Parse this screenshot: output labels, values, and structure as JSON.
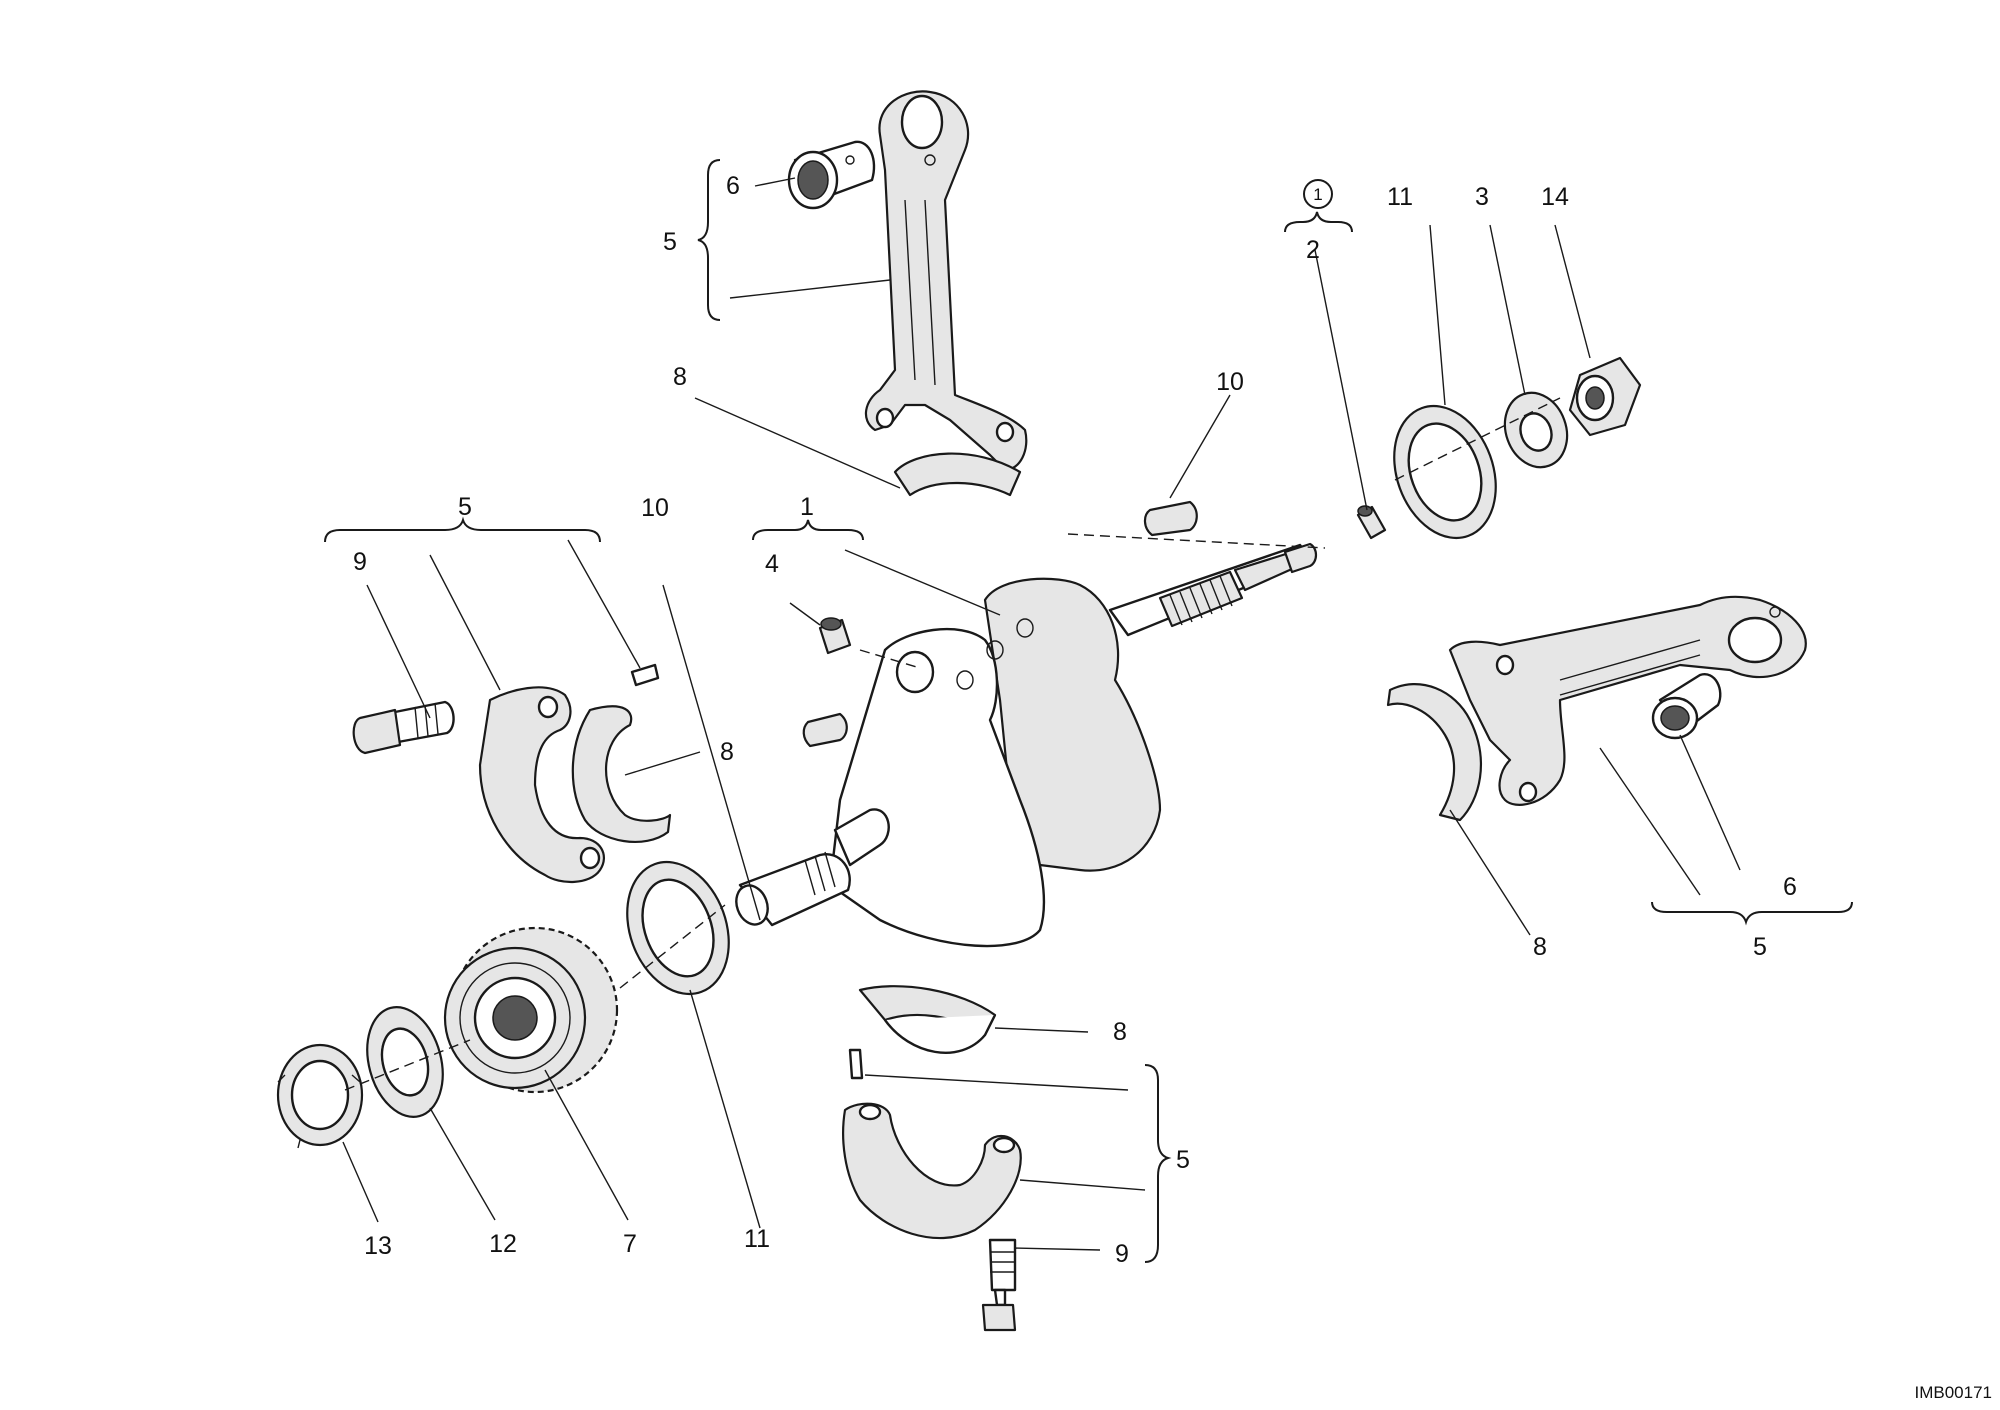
{
  "drawing_ref": "IMB00171",
  "group_marker": "1",
  "callouts": {
    "rod_top_group": "5",
    "rod_top_bushing": "6",
    "rod_top_shell": "8",
    "key_upper": "10",
    "key_lower": "10",
    "crank_group": "1",
    "crank_plug": "4",
    "plug_top": "2",
    "washer_right": "11",
    "washer_small_right": "3",
    "nut_right": "14",
    "cap_left_group": "5",
    "cap_left_screw": "9",
    "cap_left_shell": "8",
    "rod_right_bushing": "6",
    "rod_right_group": "5",
    "rod_right_shell": "8",
    "washer_left": "11",
    "gear": "7",
    "spring_washer": "12",
    "ring_nut": "13",
    "cap_bottom_shell": "8",
    "cap_bottom_group": "5",
    "cap_bottom_screw": "9"
  }
}
